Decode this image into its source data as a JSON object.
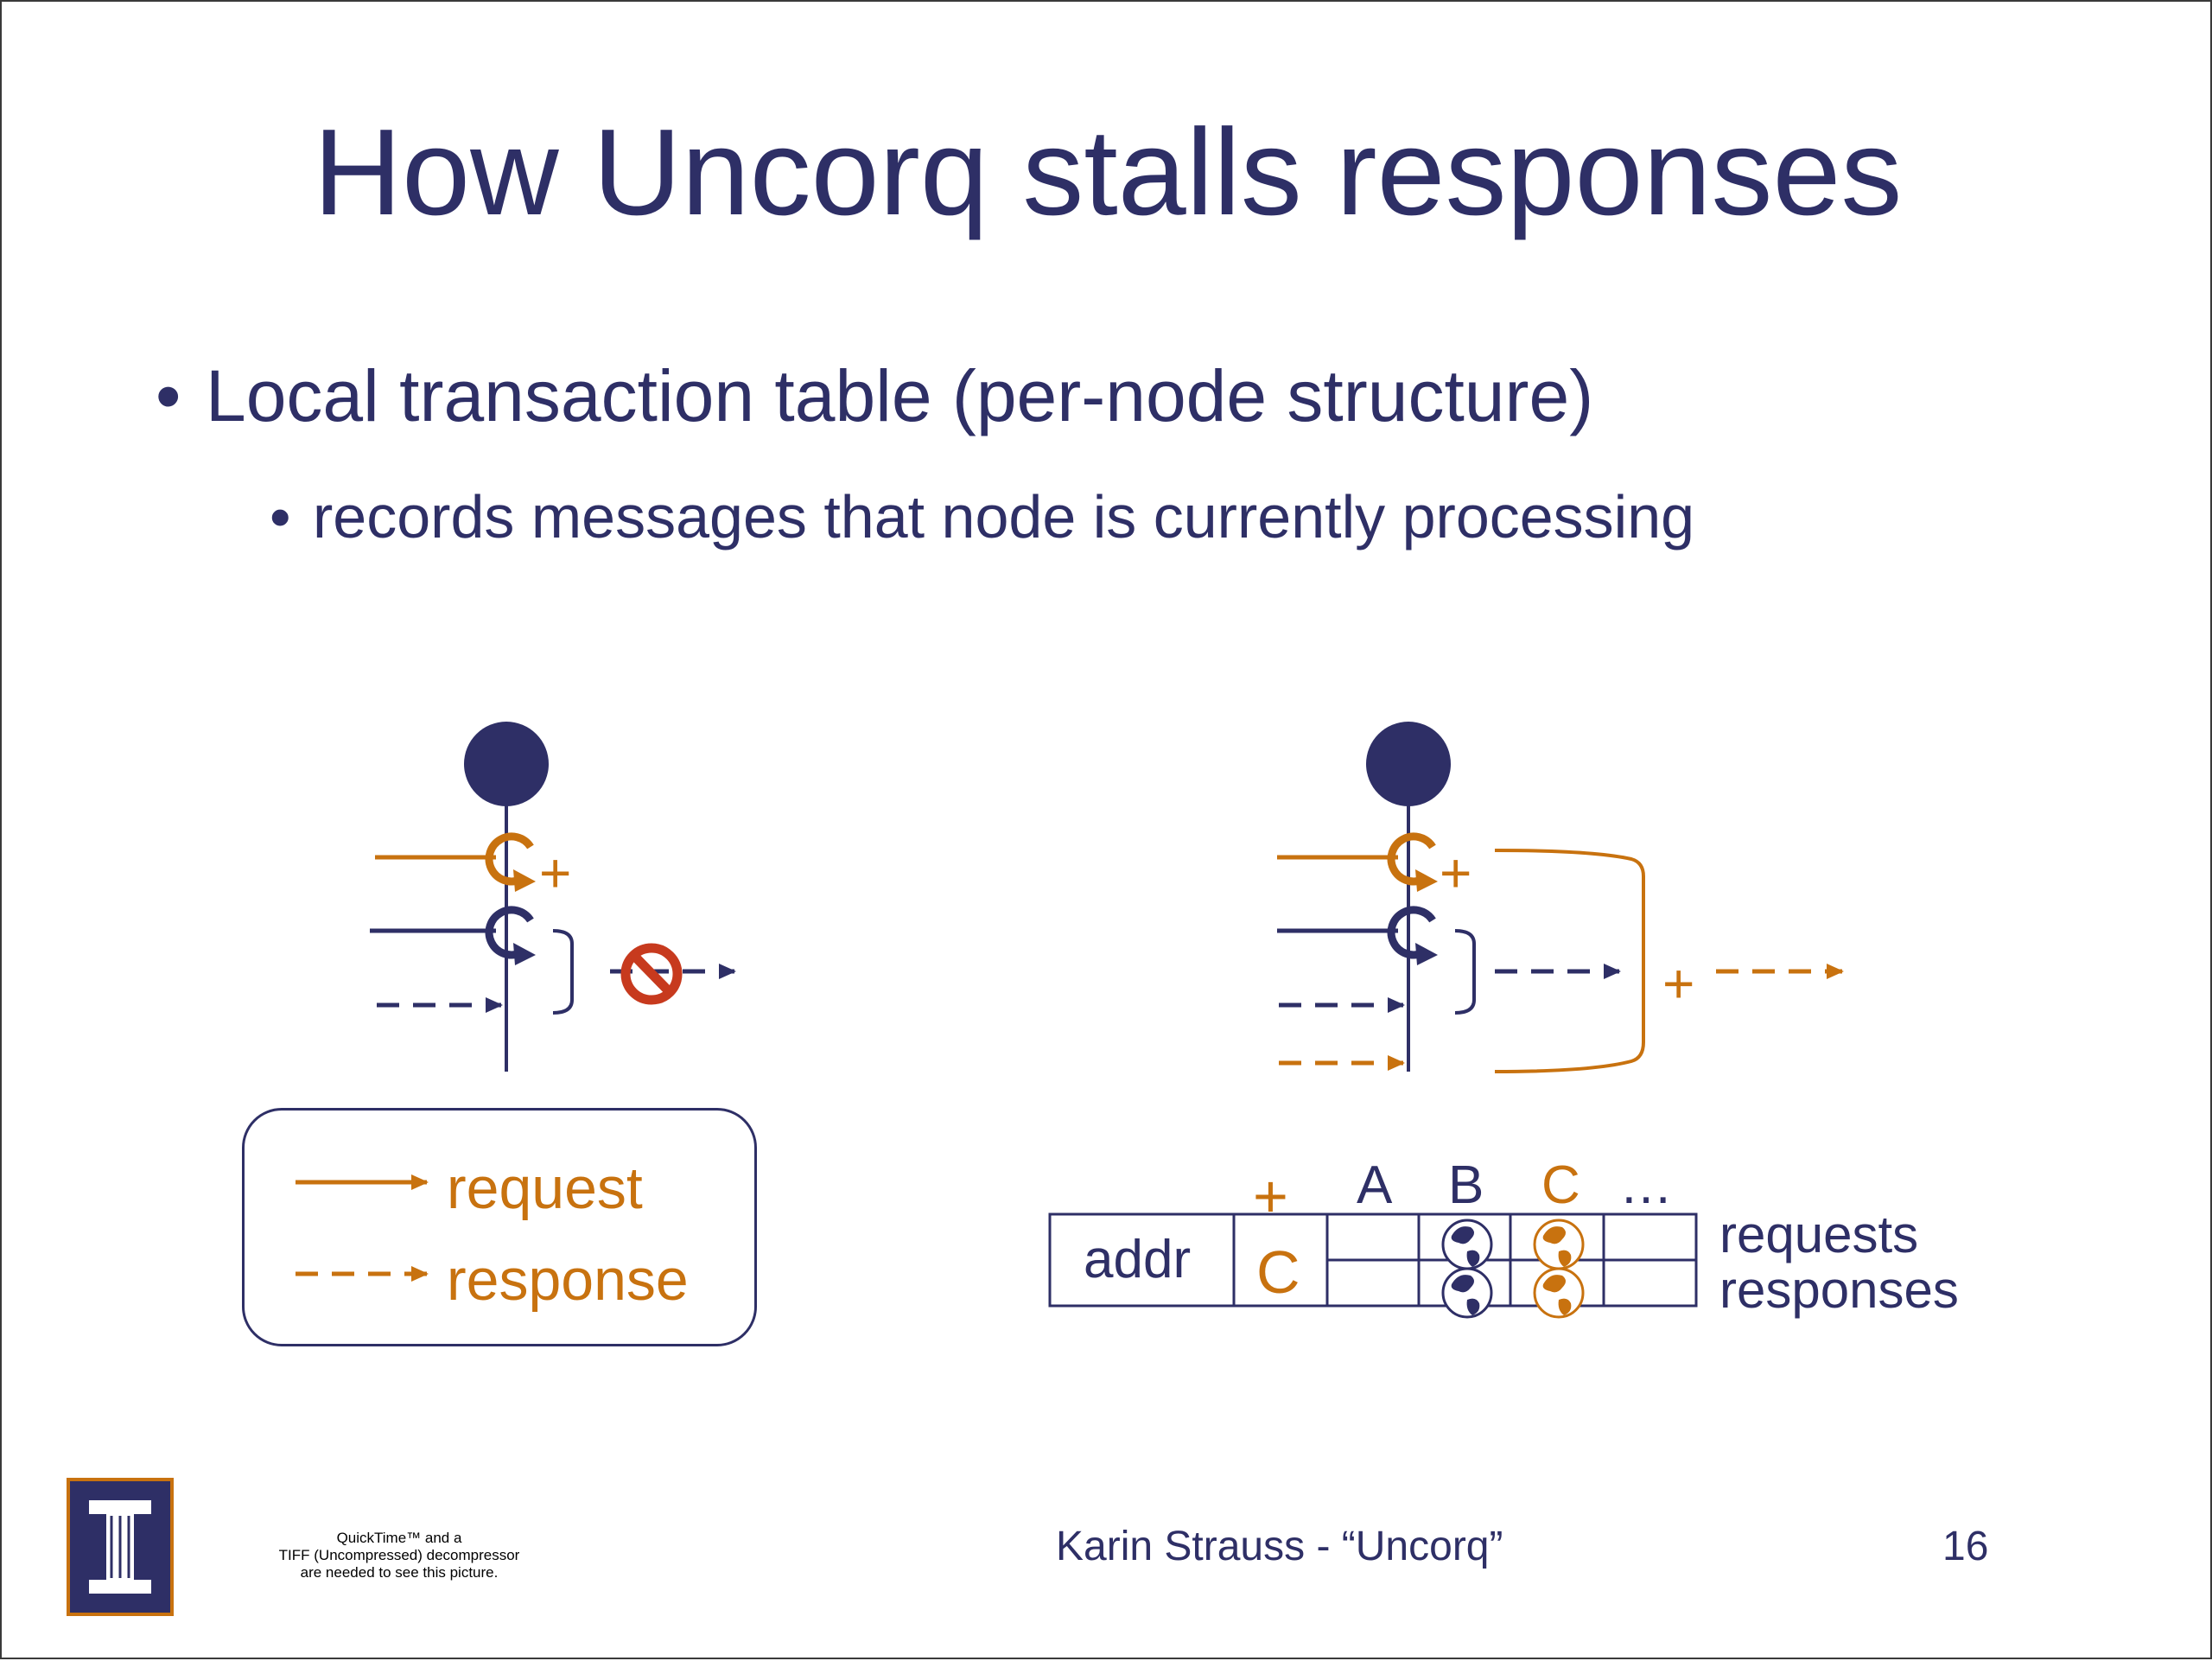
{
  "slide": {
    "title": "How Uncorq stalls responses",
    "bullets": [
      {
        "text": "Local transaction table (per-node structure)"
      },
      {
        "text": "records messages that node is currently processing"
      }
    ]
  },
  "legend": {
    "request_label": "request",
    "response_label": "response"
  },
  "left_diagram": {
    "plus_label": "+"
  },
  "right_diagram": {
    "plus_label": "+",
    "plus_label_2": "+"
  },
  "table": {
    "plus_label": "+",
    "columns": [
      "A",
      "B",
      "C",
      "…"
    ],
    "addr_label": "addr",
    "entry_label": "C",
    "row_labels": [
      "requests",
      "responses"
    ]
  },
  "footer": {
    "author": "Karin Strauss - “Uncorq”",
    "page": "16",
    "quicktime_notice": [
      "QuickTime™ and a",
      "TIFF (Uncompressed) decompressor",
      "are needed to see this picture."
    ]
  },
  "colors": {
    "navy": "#2e2f66",
    "orange": "#c8720f",
    "stop_red": "#c73a1e"
  },
  "icons": [
    "refresh-icon",
    "no-entry-icon",
    "globe-icon",
    "university-logo"
  ]
}
